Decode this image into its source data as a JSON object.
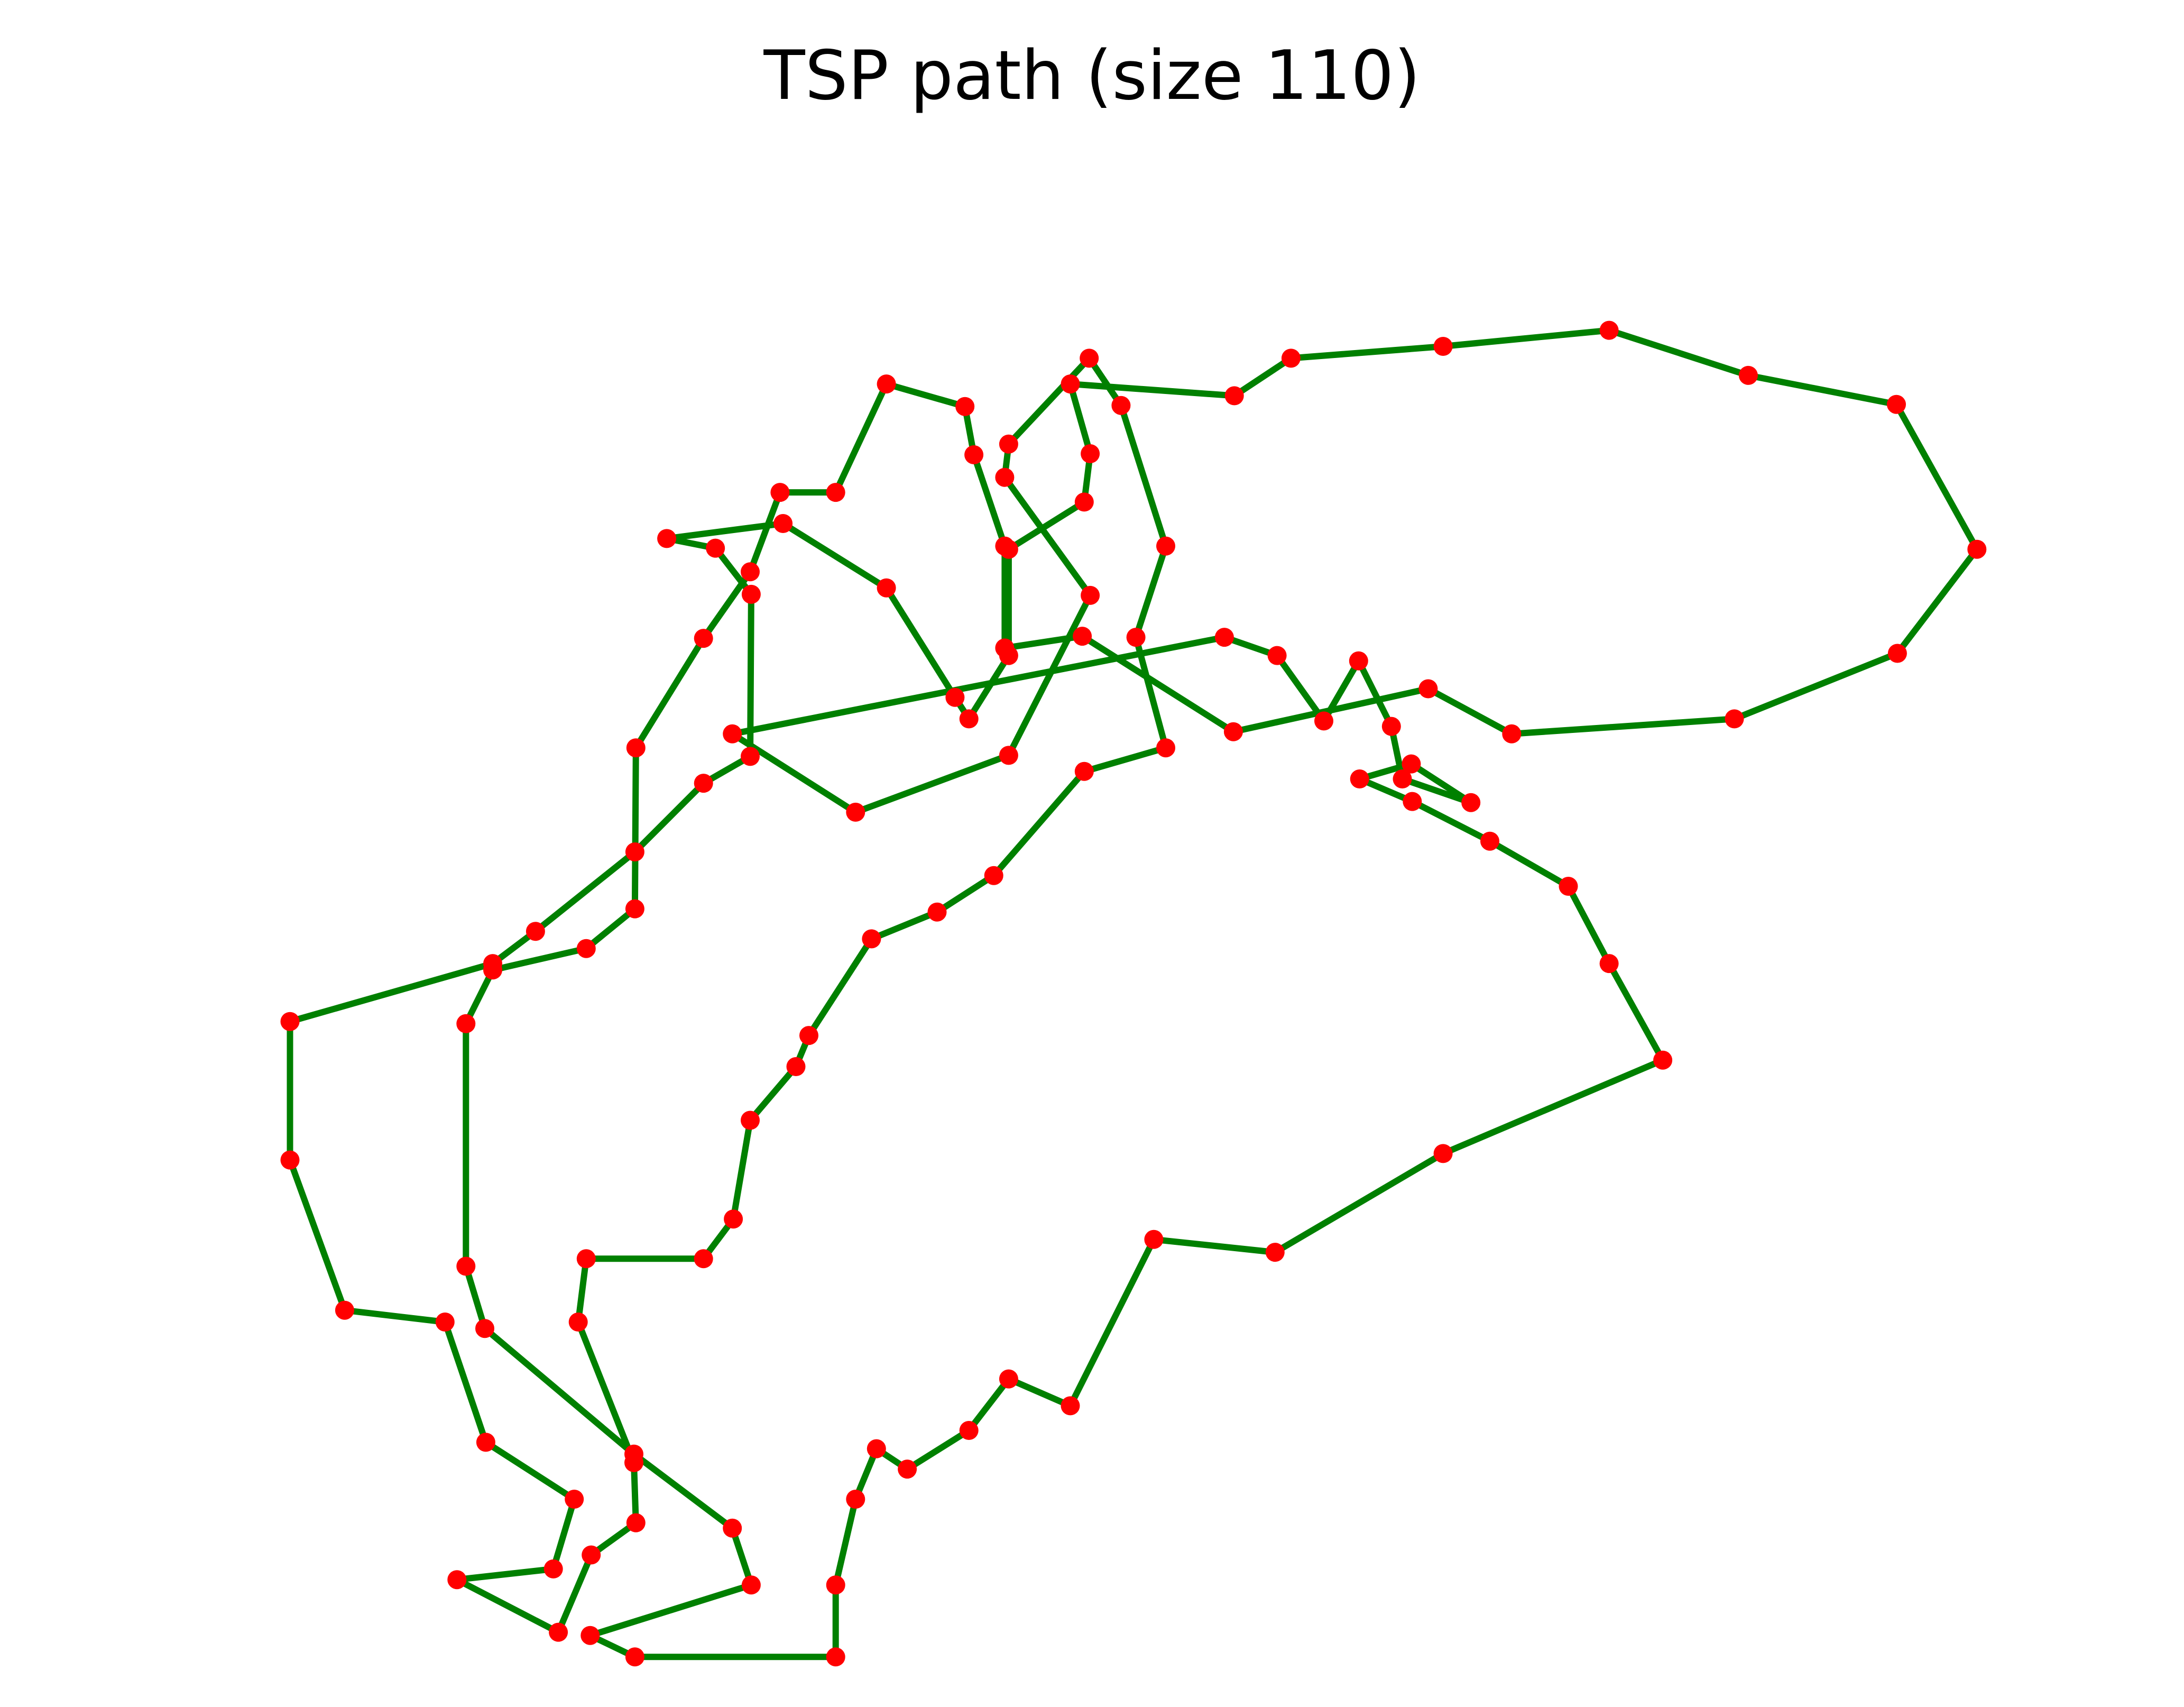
{
  "chart_data": {
    "type": "line",
    "title": "TSP path (size 110)",
    "xlabel": "",
    "ylabel": "",
    "axes_visible": false,
    "grid": false,
    "xlim": [
      -10.3,
      190.2
    ],
    "ylim": [
      -0.8,
      140.6
    ],
    "line_color": "#008000",
    "marker_color": "#ff0000",
    "closed": true,
    "x": [
      52.2,
      64.6,
      80.0,
      88.2,
      79.6,
      80.0,
      88.1,
      91.3,
      95.8,
      92.8,
      95.8,
      87.6,
      78.5,
      72.8,
      66.2,
      59.9,
      58.6,
      54.0,
      52.3,
      49.3,
      37.5,
      36.7,
      42.3,
      42.5,
      38.0,
      34.7,
      24.5,
      34.2,
      36.3,
      27.4,
      23.3,
      13.2,
      7.7,
      7.7,
      28.1,
      32.4,
      42.4,
      49.3,
      54.0,
      54.1,
      50.5,
      45.6,
      57.3,
      67.7,
      74.6,
      76.0,
      80.0,
      80.0,
      87.6,
      88.2,
      86.2,
      102.7,
      108.4,
      123.7,
      140.4,
      154.4,
      169.3,
      177.4,
      169.4,
      153.0,
      130.6,
      122.2,
      102.6,
      87.4,
      79.6,
      79.6,
      76.5,
      75.6,
      67.7,
      62.6,
      57.0,
      54.0,
      49.3,
      42.5,
      42.4,
      37.5,
      28.1,
      25.4,
      25.4,
      27.3,
      42.3,
      52.2,
      54.1,
      37.9,
      42.4,
      62.6,
      62.6,
      64.6,
      66.7,
      69.8,
      76.0,
      80.0,
      86.2,
      94.6,
      106.8,
      123.7,
      145.8,
      140.4,
      136.3,
      128.4,
      120.6,
      115.3,
      120.5,
      126.5,
      119.6,
      118.5,
      115.2,
      111.7,
      107.0,
      101.7
    ],
    "y": [
      87.5,
      80.2,
      85.5,
      100.4,
      111.4,
      114.5,
      122.5,
      118.1,
      105.0,
      96.5,
      86.2,
      84.0,
      74.3,
      70.9,
      68.4,
      59.4,
      56.5,
      51.5,
      42.3,
      38.6,
      38.6,
      32.7,
      19.6,
      14.0,
      11.0,
      3.8,
      8.7,
      9.7,
      16.2,
      21.5,
      32.7,
      33.8,
      47.8,
      60.7,
      66.1,
      69.1,
      76.5,
      82.9,
      85.4,
      100.5,
      104.8,
      105.7,
      107.1,
      101.1,
      90.9,
      88.9,
      94.8,
      104.7,
      109.1,
      113.6,
      120.1,
      119.0,
      122.5,
      123.6,
      125.1,
      120.9,
      118.2,
      104.7,
      95.0,
      88.9,
      87.5,
      91.7,
      87.7,
      96.6,
      95.5,
      105.0,
      113.5,
      118.0,
      120.1,
      110.0,
      110.0,
      102.6,
      96.4,
      86.2,
      71.2,
      67.5,
      65.5,
      60.5,
      37.9,
      32.1,
      20.4,
      13.5,
      8.2,
      3.5,
      1.5,
      1.5,
      8.2,
      16.2,
      20.9,
      19.0,
      22.6,
      27.4,
      24.9,
      40.4,
      39.2,
      48.4,
      57.1,
      66.1,
      73.3,
      77.5,
      81.2,
      83.3,
      84.7,
      81.1,
      83.3,
      88.2,
      94.3,
      88.7,
      94.8,
      96.5
    ]
  }
}
